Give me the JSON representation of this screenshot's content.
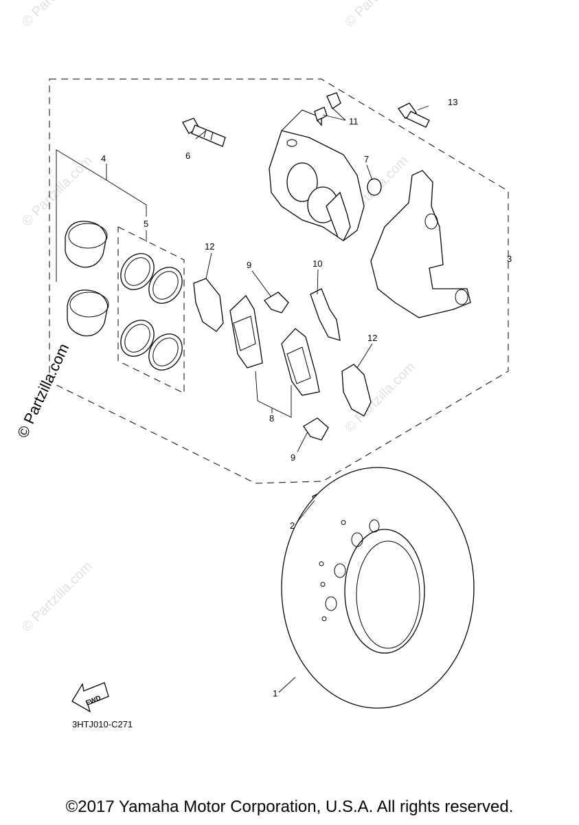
{
  "diagram": {
    "drawing_code": "3HTJ010-C271",
    "copyright": "©2017 Yamaha Motor Corporation, U.S.A. All rights reserved.",
    "fwd_label": "FWD",
    "side_watermark": "© Partzilla.com",
    "watermark_text": "© Partzilla.com",
    "callouts": {
      "c1": "1",
      "c2": "2",
      "c3": "3",
      "c4": "4",
      "c5": "5",
      "c6": "6",
      "c7": "7",
      "c8": "8",
      "c9a": "9",
      "c9b": "9",
      "c10": "10",
      "c11": "11",
      "c12a": "12",
      "c12b": "12",
      "c13": "13"
    }
  }
}
